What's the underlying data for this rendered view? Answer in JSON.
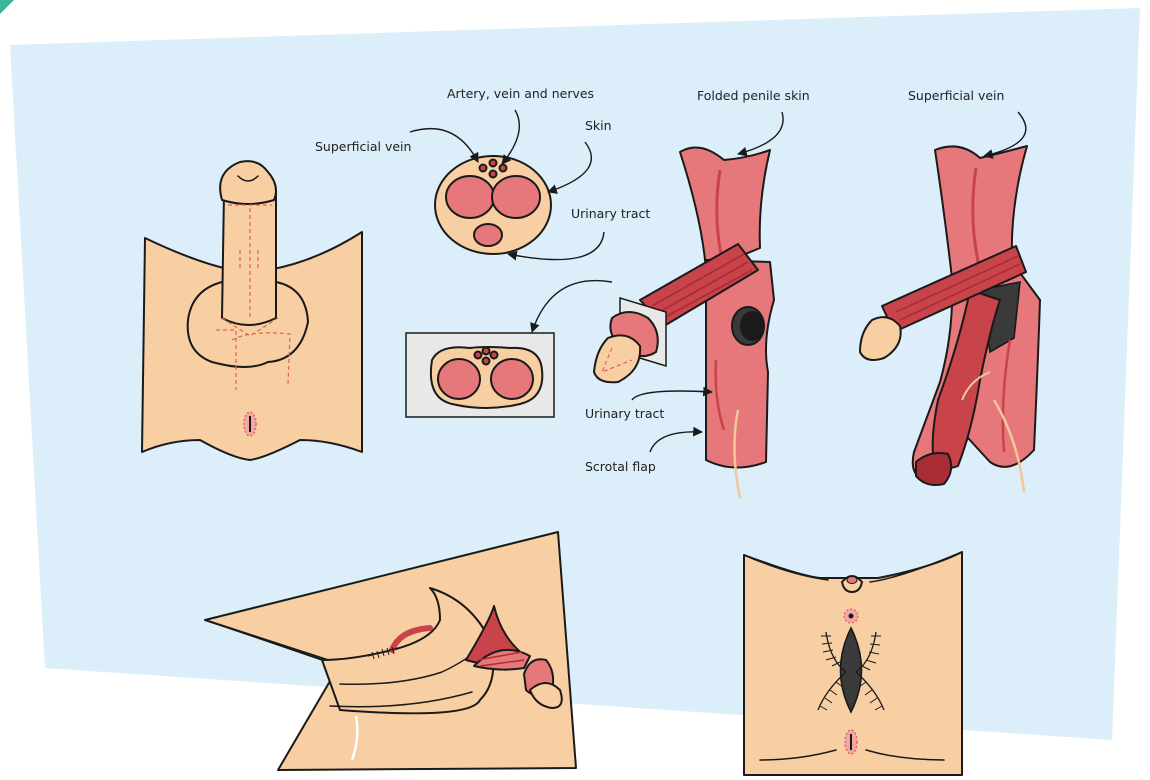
{
  "labels": {
    "superficial_vein_left": "Superficial vein",
    "artery_vein_nerves": "Artery, vein and nerves",
    "skin": "Skin",
    "urinary_tract_top": "Urinary tract",
    "folded_penile_skin": "Folded penile skin",
    "superficial_vein_right": "Superficial vein",
    "urinary_tract_bottom": "Urinary tract",
    "scrotal_flap": "Scrotal flap"
  },
  "colors": {
    "background_panel": "#dbeefa",
    "skin_tone": "#f8cfa2",
    "tissue": "#e6777a",
    "tissue_dark": "#c8434a",
    "dark_cavity": "#3a3a3a"
  }
}
